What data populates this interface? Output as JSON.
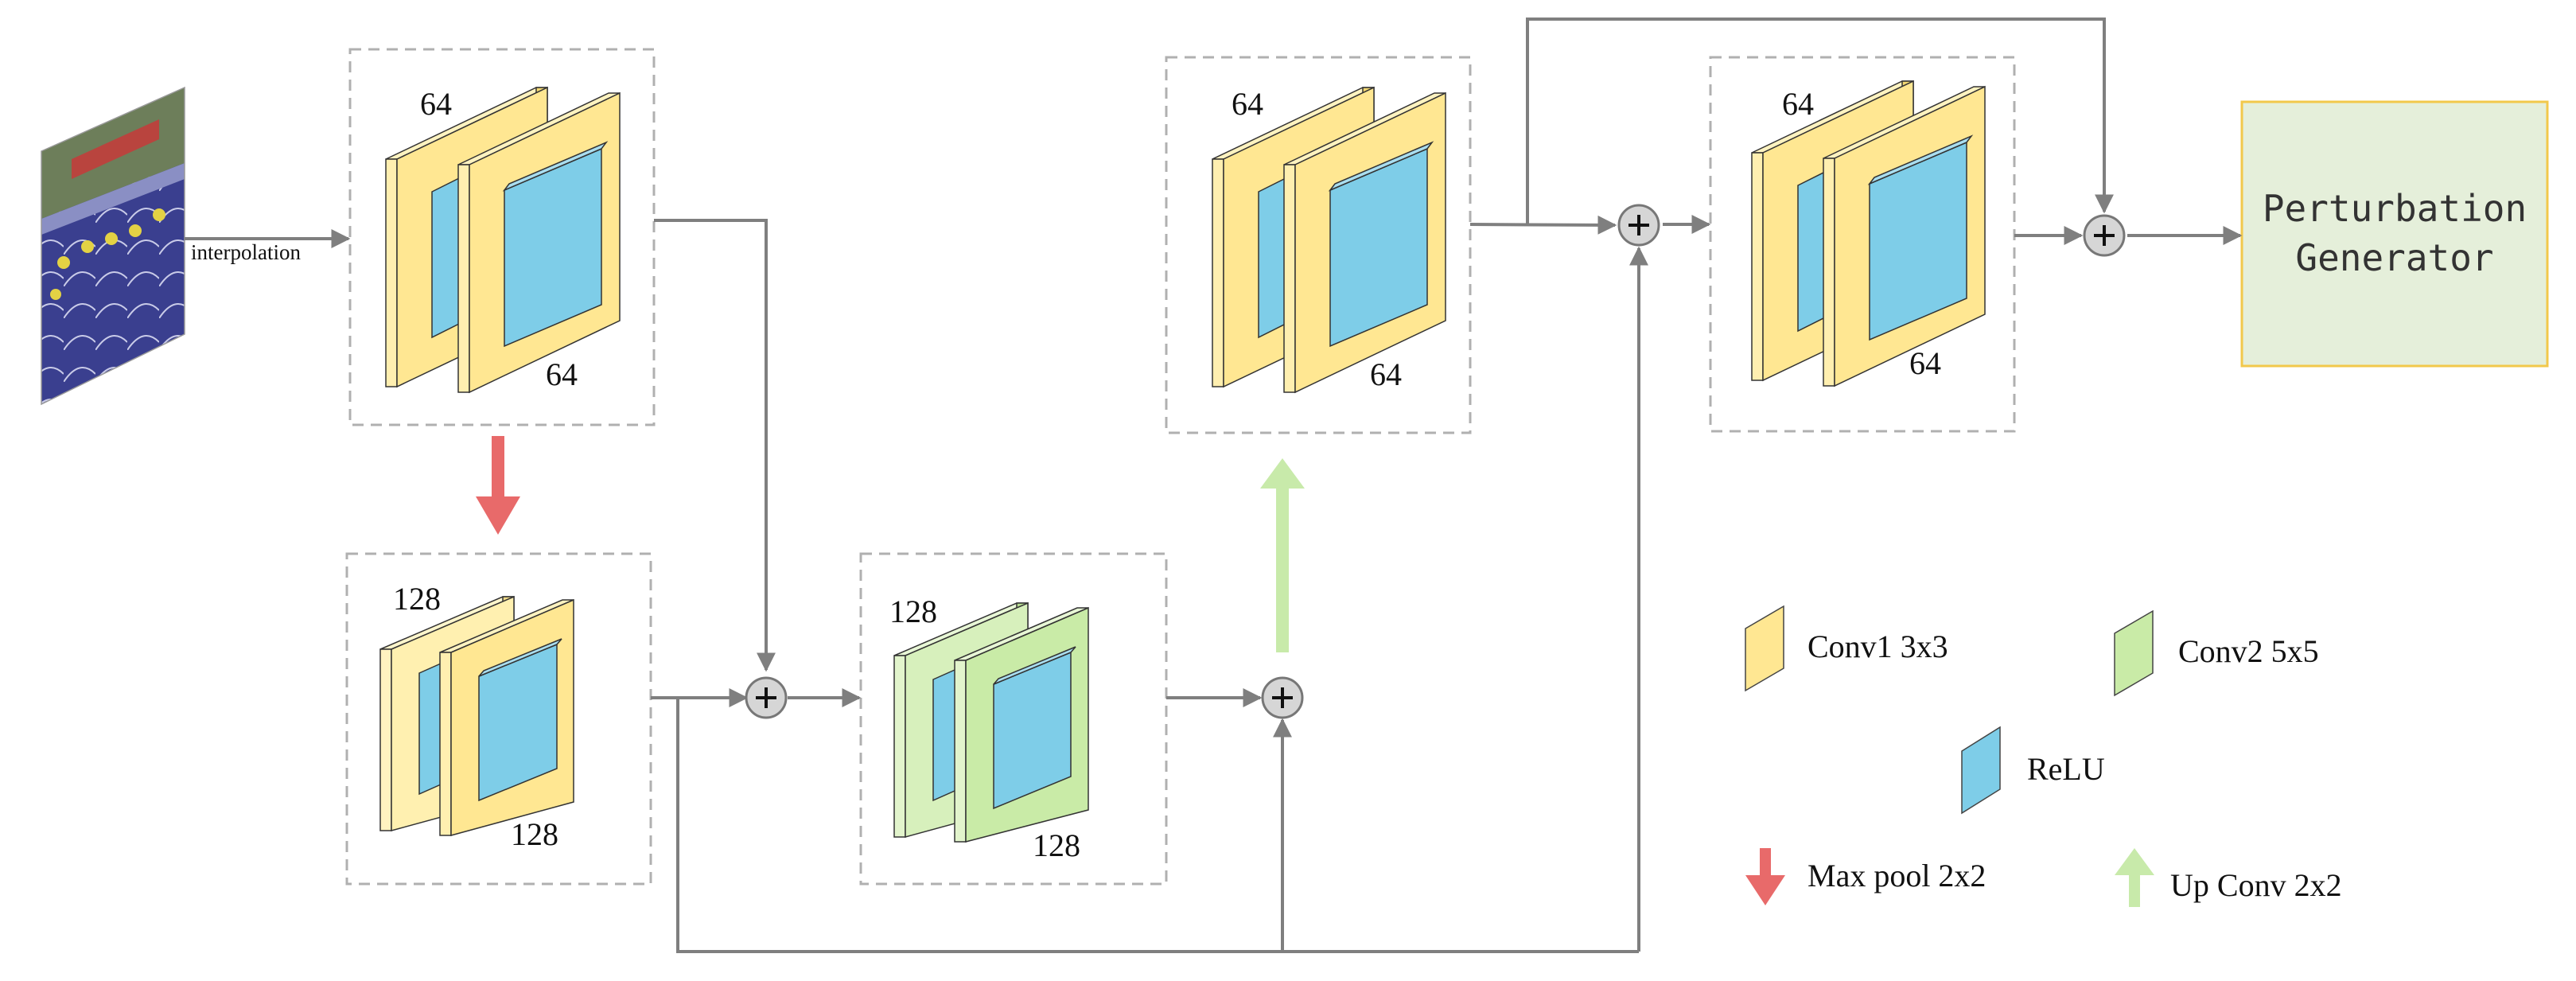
{
  "input": {
    "label": "interpolation"
  },
  "blocks": [
    {
      "id": "enc1",
      "top_label": "64",
      "bottom_label": "64"
    },
    {
      "id": "enc2",
      "top_label": "128",
      "bottom_label": "128"
    },
    {
      "id": "mid",
      "top_label": "128",
      "bottom_label": "128"
    },
    {
      "id": "dec1",
      "top_label": "64",
      "bottom_label": "64"
    },
    {
      "id": "dec2",
      "top_label": "64",
      "bottom_label": "64"
    }
  ],
  "output": {
    "line1": "Perturbation",
    "line2": "Generator"
  },
  "legend": {
    "conv1": "Conv1 3x3",
    "conv2": "Conv2 5x5",
    "relu": "ReLU",
    "maxpool": "Max pool 2x2",
    "upconv": "Up Conv 2x2"
  },
  "colors": {
    "conv1": "#FFE792",
    "conv2": "#C9EBA7",
    "relu": "#7ECDE8",
    "maxpool": "#E86A6A",
    "upconv": "#C8EAAA",
    "output_fill": "#E5EFDA",
    "output_border": "#F2C84B"
  }
}
